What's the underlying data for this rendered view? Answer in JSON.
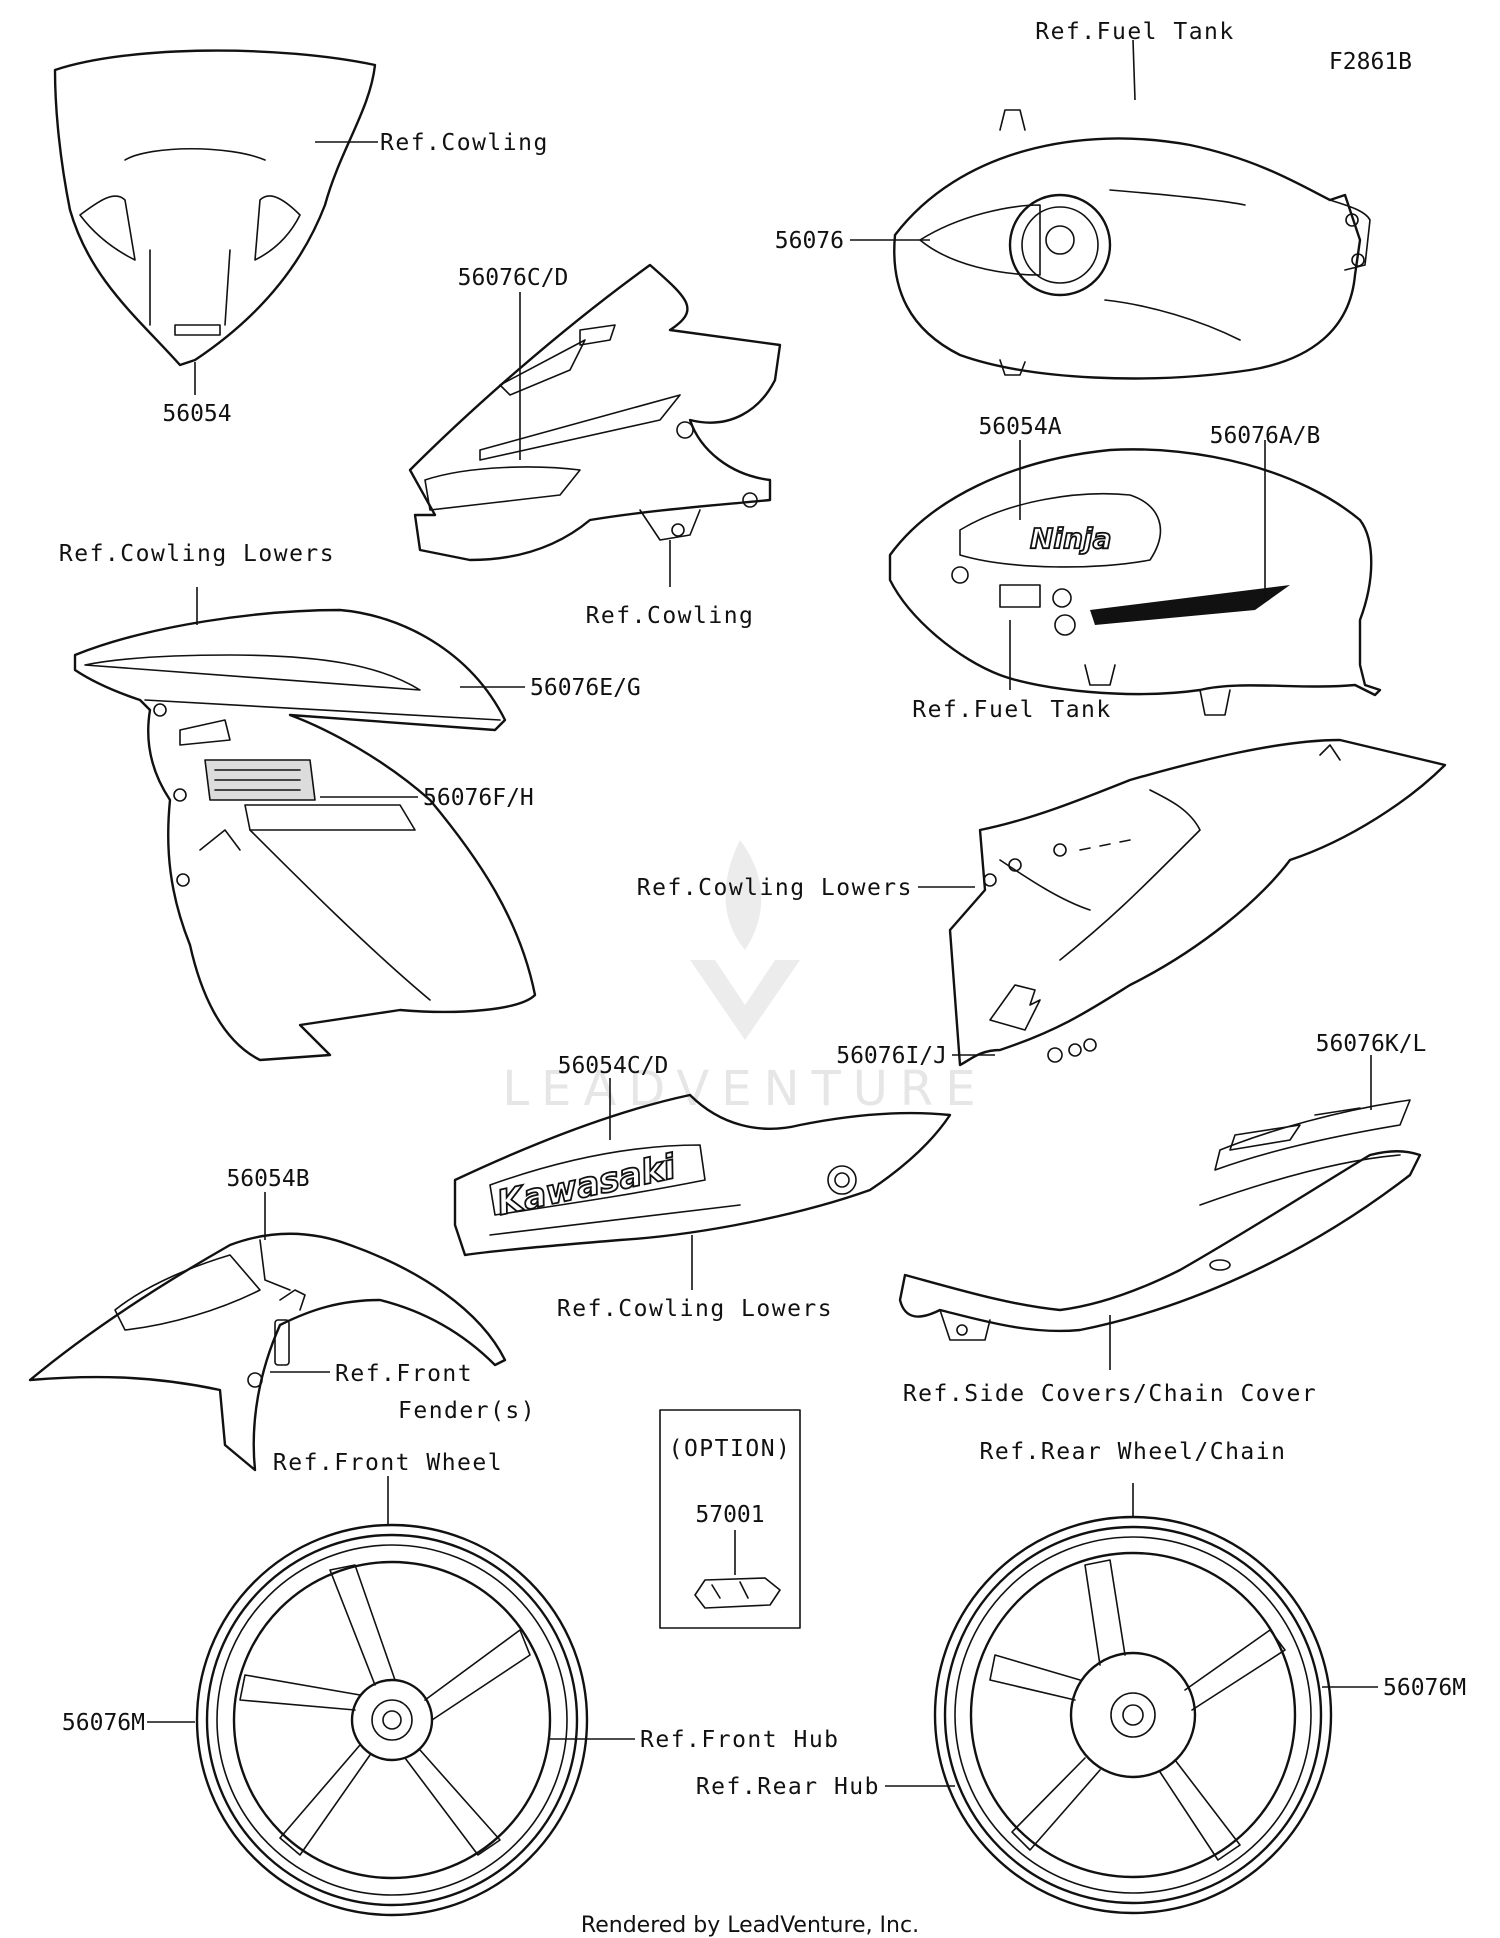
{
  "figure_code": "F2861B",
  "footer": "Rendered by LeadVenture, Inc.",
  "watermark": "LEADVENTURE",
  "option_box": {
    "title": "(OPTION)",
    "part": "57001"
  },
  "brand_marks": {
    "tank_script": "Ninja",
    "lower_cowl": "Kawasaki"
  },
  "labels": {
    "ref_fuel_tank_top": "Ref.Fuel Tank",
    "ref_cowling_top": "Ref.Cowling",
    "p56054": "56054",
    "p56076CD": "56076C/D",
    "ref_cowling_mid": "Ref.Cowling",
    "p56076": "56076",
    "p56054A": "56054A",
    "p56076AB": "56076A/B",
    "ref_fuel_tank_mid": "Ref.Fuel Tank",
    "ref_cowling_lowers_1": "Ref.Cowling Lowers",
    "p56076EG": "56076E/G",
    "p56076FH": "56076F/H",
    "ref_cowling_lowers_2": "Ref.Cowling Lowers",
    "p56076IJ": "56076I/J",
    "p56076KL": "56076K/L",
    "p56054CD": "56054C/D",
    "p56054B": "56054B",
    "ref_cowling_lowers_3": "Ref.Cowling Lowers",
    "ref_front_fender": "Ref.Front",
    "ref_front_fender_2": "Fender(s)",
    "ref_side_covers": "Ref.Side Covers/Chain Cover",
    "ref_front_wheel": "Ref.Front Wheel",
    "ref_rear_wheel": "Ref.Rear Wheel/Chain",
    "p56076M_left": "56076M",
    "ref_front_hub": "Ref.Front Hub",
    "ref_rear_hub": "Ref.Rear Hub",
    "p56076M_right": "56076M"
  }
}
